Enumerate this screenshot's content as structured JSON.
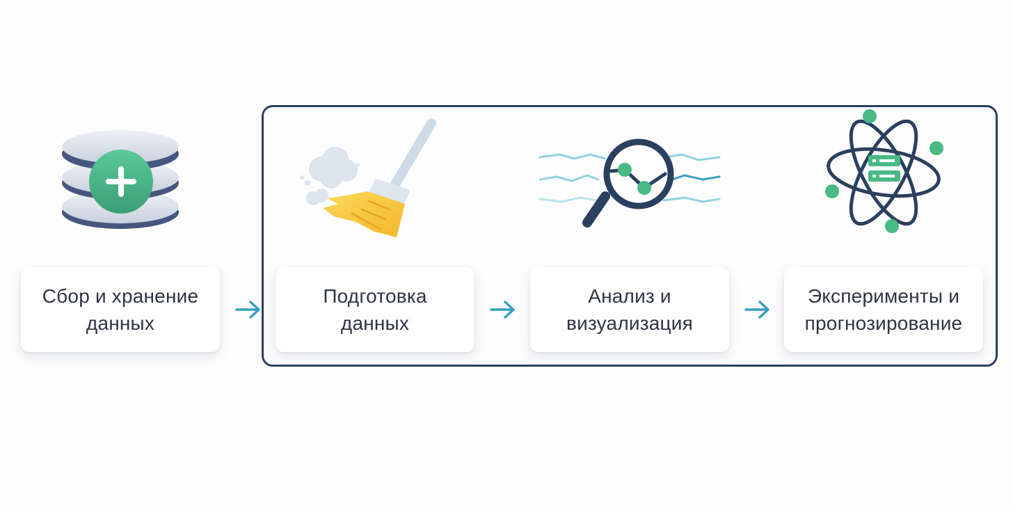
{
  "colors": {
    "frame": "#2b3f5e",
    "arrow": "#3aa0c0",
    "accent_green": "#49b985",
    "navy": "#2b3f5e",
    "broom_yellow": "#f6c63d"
  },
  "steps": [
    {
      "label": "Сбор и хранение\nданных",
      "icon": "database-add-icon"
    },
    {
      "label": "Подготовка\nданных",
      "icon": "broom-icon"
    },
    {
      "label": "Анализ и\nвизуализация",
      "icon": "magnifier-chart-icon"
    },
    {
      "label": "Эксперименты и\nпрогнозирование",
      "icon": "atom-server-icon"
    }
  ]
}
